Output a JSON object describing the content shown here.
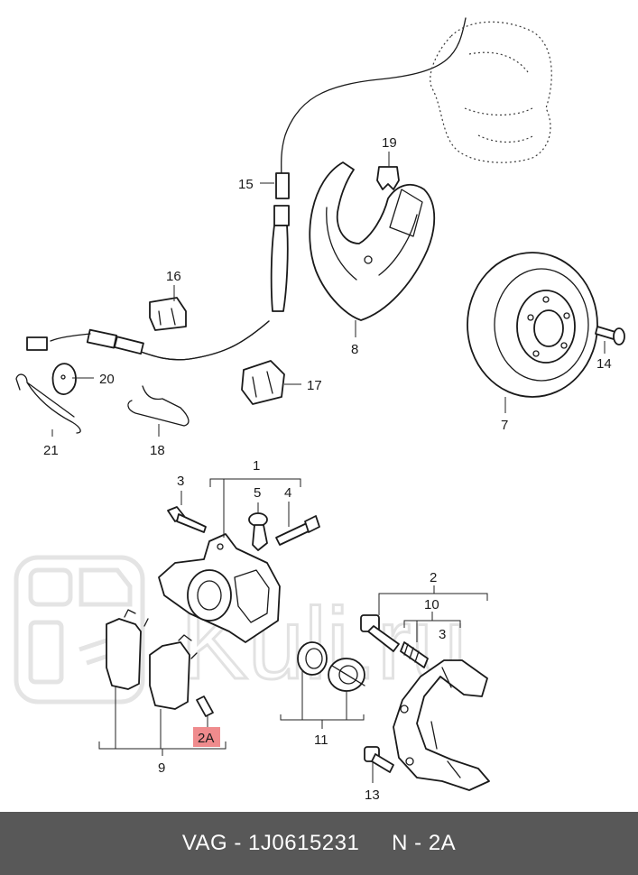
{
  "labels": {
    "p1": "1",
    "p2": "2",
    "p2a": "2A",
    "p3a": "3",
    "p3b": "3",
    "p4": "4",
    "p5": "5",
    "p7": "7",
    "p8": "8",
    "p9": "9",
    "p10": "10",
    "p11": "11",
    "p13": "13",
    "p14": "14",
    "p15": "15",
    "p16": "16",
    "p17": "17",
    "p18": "18",
    "p19": "19",
    "p20": "20",
    "p21": "21"
  },
  "watermark": {
    "text": "Kuli.ru"
  },
  "footer": {
    "brand": "VAG",
    "sep1": " - ",
    "part_number": "1J0615231",
    "sep2": "     ",
    "position": "N - 2A"
  },
  "colors": {
    "highlight": "#ef8b8d",
    "footer_bg": "#585858",
    "footer_text": "#ffffff"
  }
}
